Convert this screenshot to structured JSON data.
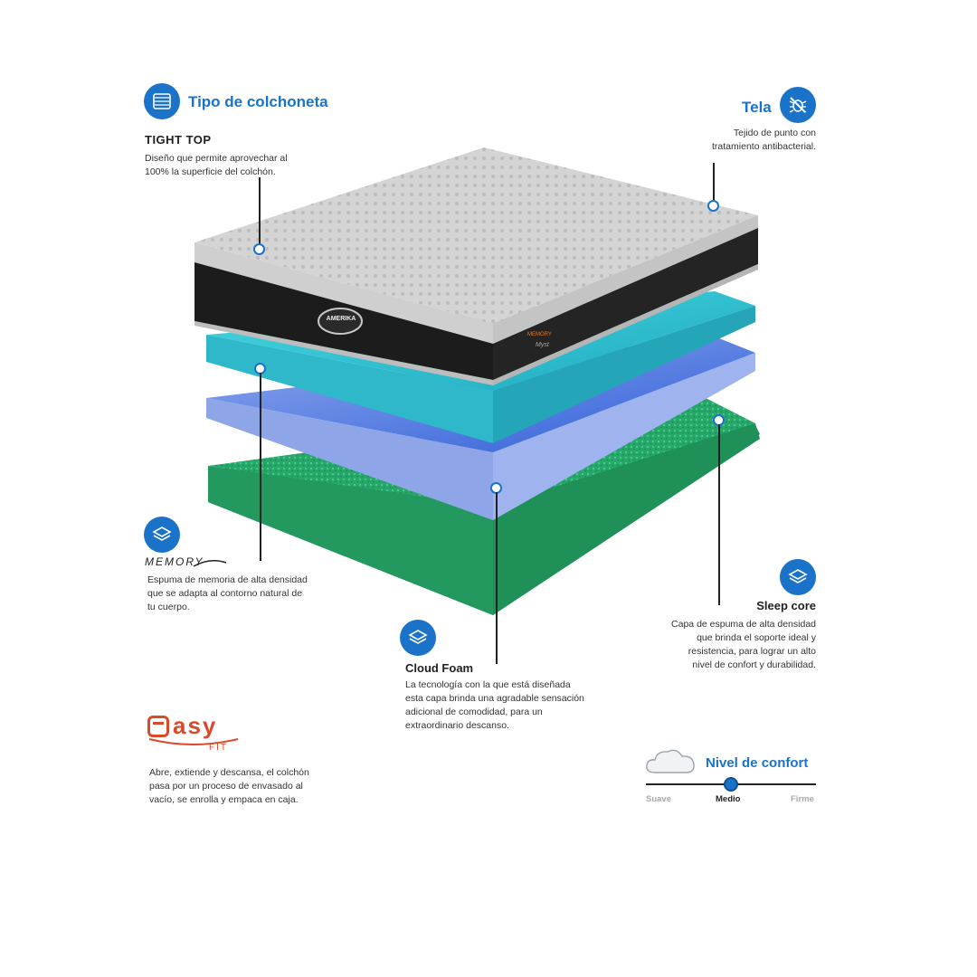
{
  "tipo": {
    "title": "Tipo de colchoneta",
    "heading": "TIGHT TOP",
    "desc_lines": [
      "Diseño que permite aprovechar al",
      "100% la superficie del colchón."
    ],
    "icon": "mattress-layers-icon"
  },
  "tela": {
    "title": "Tela",
    "desc_lines": [
      "Tejido de punto con",
      "tratamiento antibacterial."
    ],
    "icon": "bug-crossed-icon"
  },
  "memory": {
    "logo_text": "MEMORY",
    "desc_lines": [
      "Espuma de memoria de alta densidad",
      "que se adapta al contorno natural de",
      "tu cuerpo."
    ],
    "icon": "layers-icon"
  },
  "cloud": {
    "heading": "Cloud Foam",
    "desc_lines": [
      "La tecnología con la que está diseñada",
      "esta capa brinda una agradable sensación",
      "adicional de comodidad, para un",
      "extraordinario descanso."
    ],
    "icon": "layers-icon"
  },
  "sleep": {
    "heading": "Sleep core",
    "desc_lines": [
      "Capa de espuma de alta densidad",
      "que brinda el soporte ideal y",
      "resistencia, para lograr un alto",
      "nivel de confort y durabilidad."
    ],
    "icon": "layers-icon"
  },
  "easy": {
    "logo_main": "asy",
    "logo_sub": "FIT",
    "desc_lines": [
      "Abre, extiende y descansa, el colchón",
      "pasa por un proceso de envasado al",
      "vacío, se enrolla y empaca en caja."
    ]
  },
  "confort": {
    "title": "Nivel de confort",
    "labels": [
      "Suave",
      "Medio",
      "Firme"
    ],
    "selected": "Medio",
    "level": 0.5,
    "icon": "cloud-icon"
  },
  "mattress": {
    "brand": "AMERIKA",
    "side_text": "MEMORY",
    "side_sub": "Myst"
  },
  "colors": {
    "accent": "#1a73c8",
    "layer_cyan": "#2cc4d4",
    "layer_blue": "#3f6fe0",
    "layer_green": "#27a86a",
    "cover_dark": "#1c1c1c",
    "cover_top": "#d8d8d8"
  }
}
